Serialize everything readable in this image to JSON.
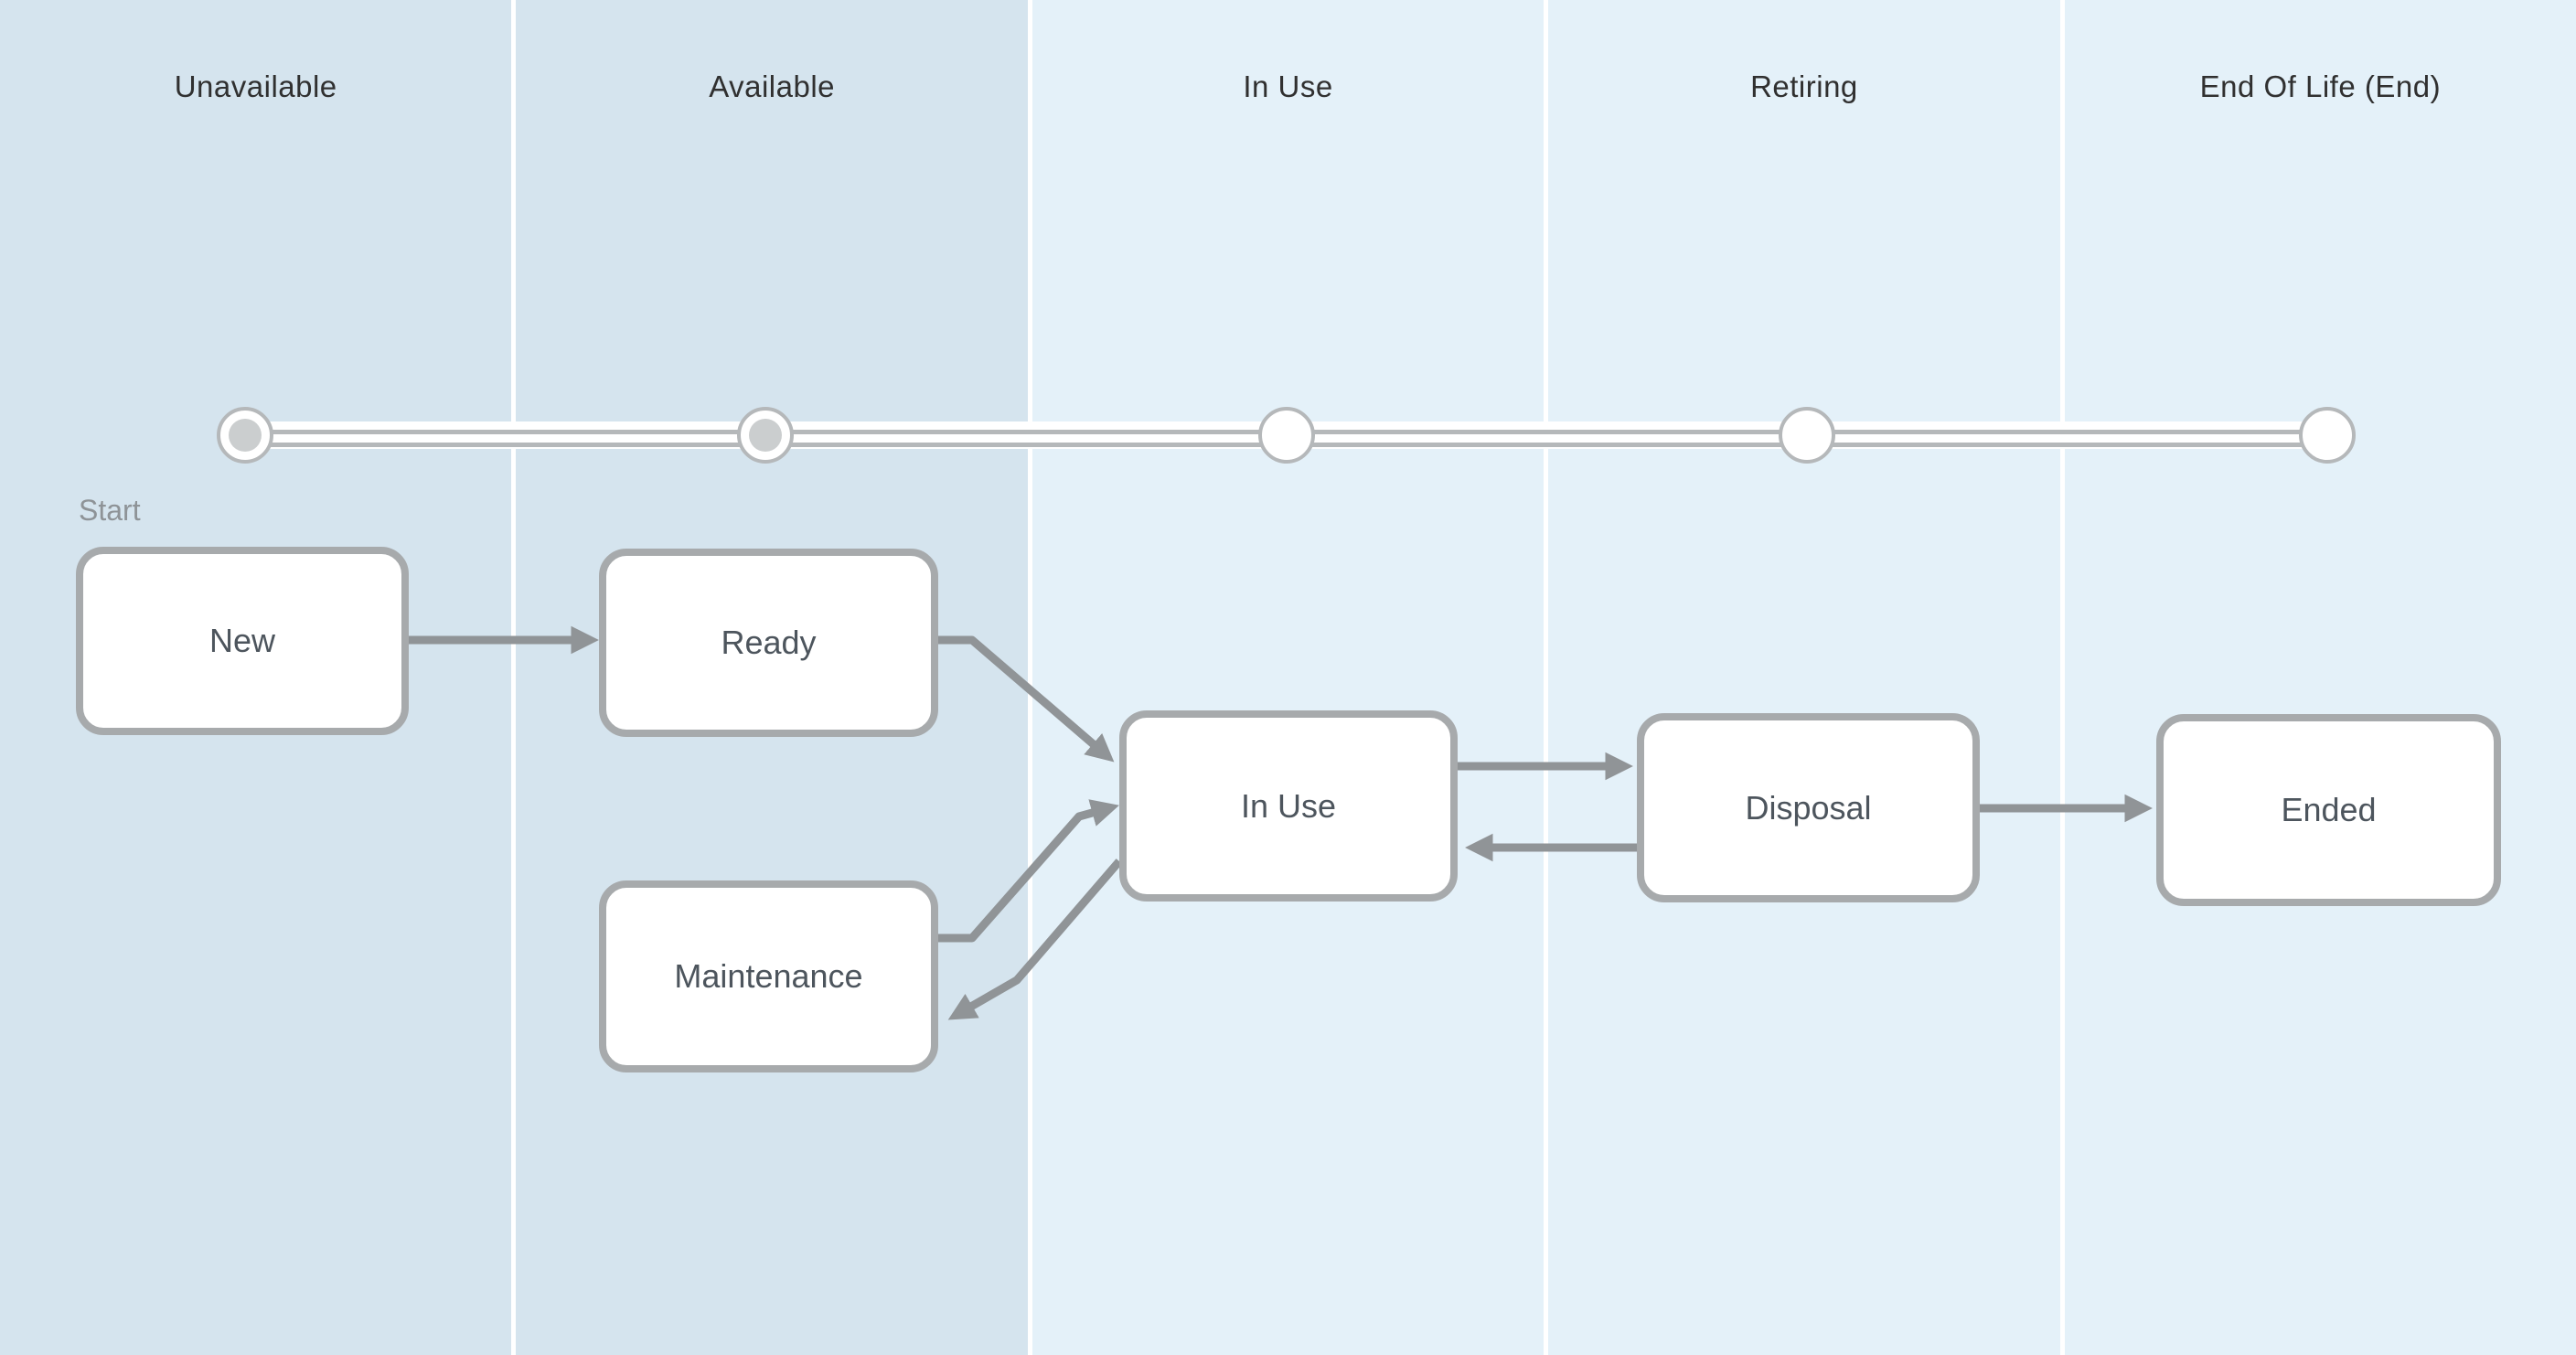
{
  "lanes": [
    {
      "label": "Unavailable",
      "phase": "past"
    },
    {
      "label": "Available",
      "phase": "past"
    },
    {
      "label": "In Use",
      "phase": "future"
    },
    {
      "label": "Retiring",
      "phase": "future"
    },
    {
      "label": "End Of Life (End)",
      "phase": "future"
    }
  ],
  "start_label": "Start",
  "nodes": [
    {
      "label": "New",
      "lane": "Unavailable",
      "is_start": true
    },
    {
      "label": "Ready",
      "lane": "Available"
    },
    {
      "label": "Maintenance",
      "lane": "Available"
    },
    {
      "label": "In Use",
      "lane": "In Use"
    },
    {
      "label": "Disposal",
      "lane": "Retiring"
    },
    {
      "label": "Ended",
      "lane": "End Of Life (End)"
    }
  ],
  "edges": [
    {
      "from": "New",
      "to": "Ready"
    },
    {
      "from": "Ready",
      "to": "In Use"
    },
    {
      "from": "Maintenance",
      "to": "In Use"
    },
    {
      "from": "In Use",
      "to": "Maintenance"
    },
    {
      "from": "In Use",
      "to": "Disposal"
    },
    {
      "from": "Disposal",
      "to": "In Use"
    },
    {
      "from": "Disposal",
      "to": "Ended"
    }
  ],
  "timeline": {
    "milestone_count": 5,
    "filled_milestones": 2
  },
  "colors": {
    "lane_past_bg": "#d5e4ee",
    "lane_future_bg": "#e4f1f9",
    "divider": "#ffffff",
    "node_bg": "#ffffff",
    "node_border": "#a7aaac",
    "node_text": "#4d555d",
    "lane_label_text": "#303030",
    "start_label_text": "#8e9397",
    "edge": "#909497",
    "milestone_border": "#b5b8ba",
    "milestone_dot": "#cbcecf"
  }
}
